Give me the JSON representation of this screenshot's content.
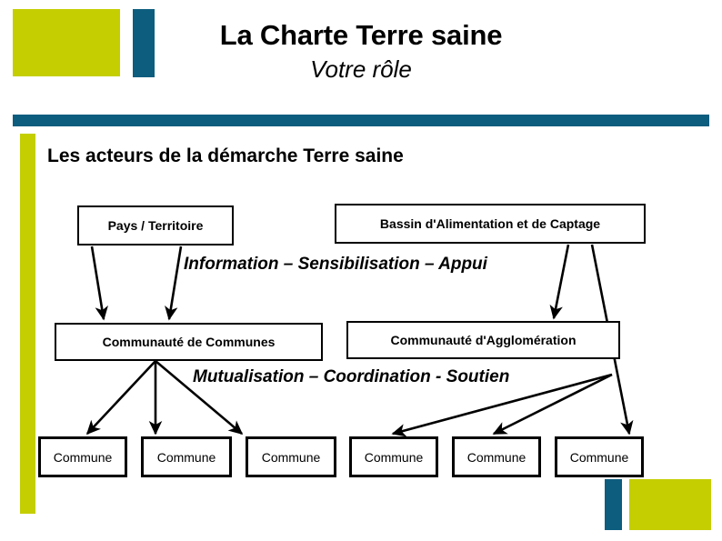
{
  "header": {
    "title": "La Charte Terre saine",
    "subtitle": "Votre rôle"
  },
  "theme": {
    "green": "#c4ce00",
    "teal": "#0d5d7e",
    "ink": "#000000",
    "paper": "#ffffff"
  },
  "body": {
    "heading": "Les acteurs de la démarche Terre saine"
  },
  "diagram": {
    "level1": [
      {
        "id": "pays",
        "label": "Pays / Territoire"
      },
      {
        "id": "bassin",
        "label": "Bassin d'Alimentation et de Captage"
      }
    ],
    "level2": [
      {
        "id": "cc",
        "label": "Communauté de Communes"
      },
      {
        "id": "ca",
        "label": "Communauté d'Agglomération"
      }
    ],
    "level3": [
      {
        "id": "commune-0",
        "label": "Commune"
      },
      {
        "id": "commune-1",
        "label": "Commune"
      },
      {
        "id": "commune-2",
        "label": "Commune"
      },
      {
        "id": "commune-3",
        "label": "Commune"
      },
      {
        "id": "commune-4",
        "label": "Commune"
      },
      {
        "id": "commune-5",
        "label": "Commune"
      }
    ],
    "annotations": [
      {
        "id": "annot-0",
        "text": "Information – Sensibilisation – Appui"
      },
      {
        "id": "annot-1",
        "text": "Mutualisation – Coordination - Soutien"
      }
    ],
    "arrows": [
      {
        "name": "arrow-pays-to-cc-left",
        "from": "pays",
        "to": "cc"
      },
      {
        "name": "arrow-pays-to-cc-right",
        "from": "pays",
        "to": "cc"
      },
      {
        "name": "arrow-bassin-to-ca",
        "from": "bassin",
        "to": "ca"
      },
      {
        "name": "arrow-bassin-to-commune-5",
        "from": "bassin",
        "to": "commune-5"
      },
      {
        "name": "arrow-cc-to-commune-0",
        "from": "cc",
        "to": "commune-0"
      },
      {
        "name": "arrow-cc-to-commune-1",
        "from": "cc",
        "to": "commune-1"
      },
      {
        "name": "arrow-cc-to-commune-2",
        "from": "cc",
        "to": "commune-2"
      },
      {
        "name": "arrow-ca-to-commune-3",
        "from": "ca",
        "to": "commune-3"
      },
      {
        "name": "arrow-ca-to-commune-4",
        "from": "ca",
        "to": "commune-4"
      }
    ]
  }
}
